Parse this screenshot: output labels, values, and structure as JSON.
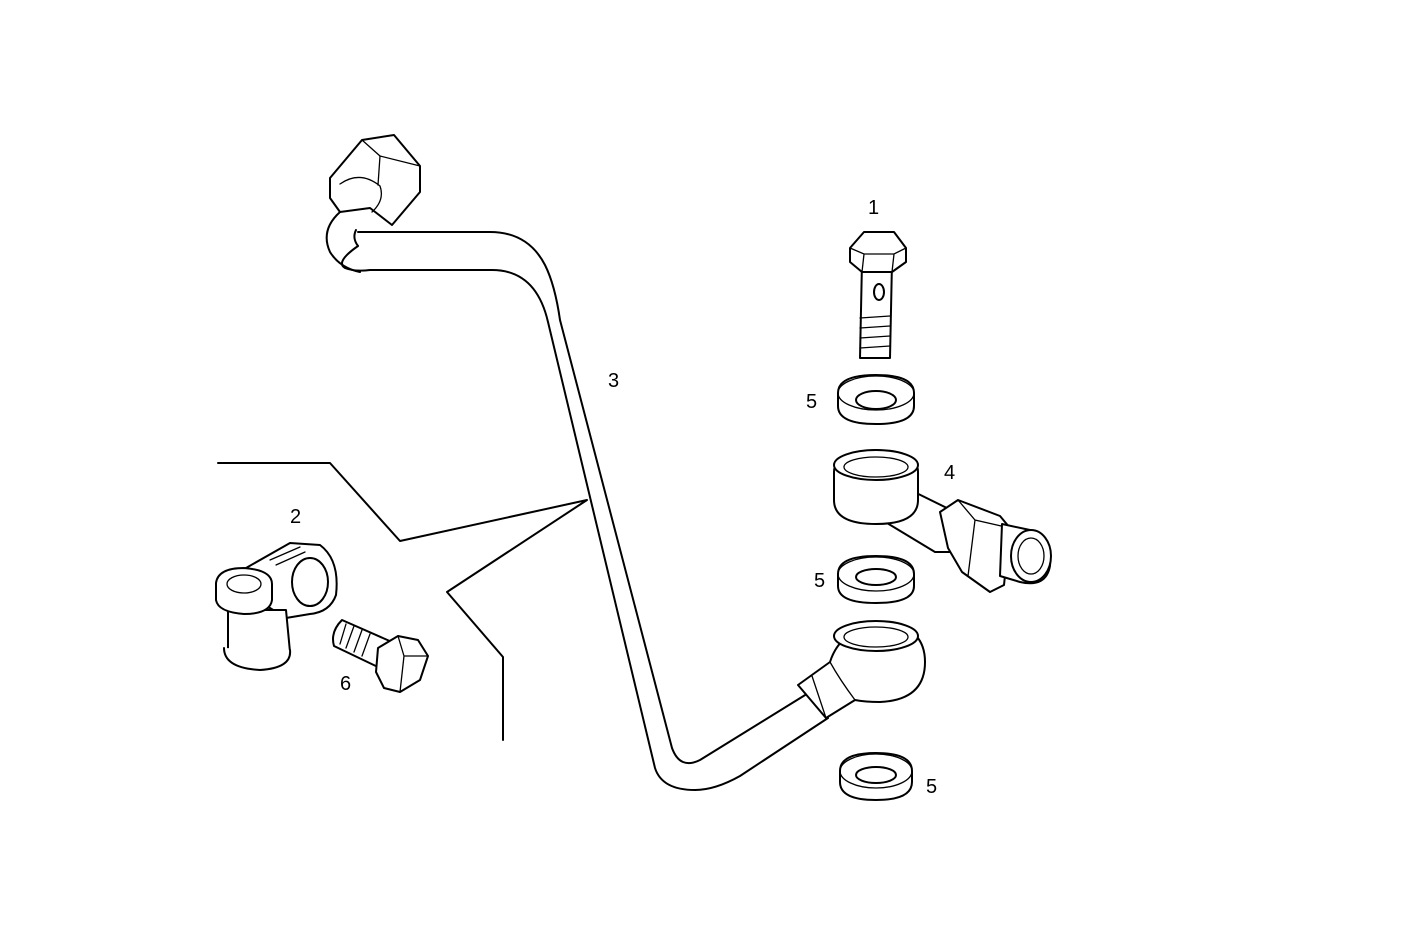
{
  "diagram": {
    "callouts": {
      "c1": "1",
      "c2": "2",
      "c3": "3",
      "c4": "4",
      "c5a": "5",
      "c5b": "5",
      "c5c": "5",
      "c6": "6"
    }
  }
}
